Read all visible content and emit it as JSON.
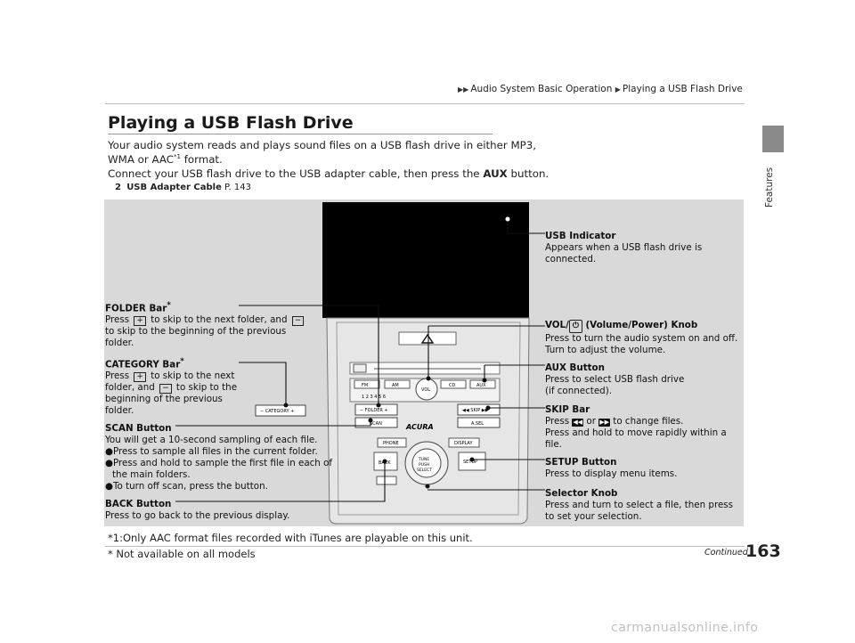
{
  "breadcrumb": {
    "first": "Audio System Basic Operation",
    "second": "Playing a USB Flash Drive"
  },
  "side_tab": {
    "label": "Features"
  },
  "page": {
    "title": "Playing a USB Flash Drive",
    "para1_line1": "Your audio system reads and plays sound files on a USB flash drive in either MP3,",
    "para1_line2_pre": "WMA or AAC",
    "para1_sup": "*1",
    "para1_line2_post": " format.",
    "para2_pre": "Connect your USB flash drive to the USB adapter cable, then press the ",
    "para2_bold": "AUX",
    "para2_post": " button.",
    "ref_label": "USB Adapter Cable",
    "ref_page": "P. 143",
    "footnote": "*1:Only AAC format files recorded with iTunes are playable on this unit.",
    "not_available": "* Not available on all models",
    "continued": "Continued",
    "page_number": "163",
    "watermark": "carmanualsonline.info"
  },
  "panel": {
    "brand": "ACURA",
    "buttons": [
      "FM",
      "AM",
      "CD",
      "AUX",
      "VOL",
      "FOLDER",
      "SKIP",
      "A.SEL",
      "SCAN",
      "CATEGORY",
      "PHONE",
      "DISPLAY",
      "BACK",
      "SETUP",
      "TUNE",
      "PUSH",
      "SELECT"
    ],
    "presets": [
      "1",
      "2",
      "3",
      "4",
      "5",
      "6"
    ]
  },
  "callouts": {
    "usb": {
      "title": "USB Indicator",
      "line1": "Appears when a USB flash drive is",
      "line2": "connected."
    },
    "folder": {
      "title": "FOLDER Bar",
      "star": "*",
      "l1a": "Press ",
      "plus": "+",
      "l1b": " to skip to the next folder, and ",
      "minus": "−",
      "l2": "to skip to the beginning of the previous",
      "l3": "folder."
    },
    "vol": {
      "title_pre": "VOL/",
      "title_post": " (Volume/Power) Knob",
      "line1": "Press to turn the audio system on and off.",
      "line2": "Turn to adjust the volume."
    },
    "category": {
      "title": "CATEGORY Bar",
      "star": "*",
      "l1a": "Press ",
      "plus": "+",
      "l1b": " to skip to the next",
      "l2a": "folder, and ",
      "minus": "−",
      "l2b": " to skip to the",
      "l3": "beginning of the previous",
      "l4": "folder."
    },
    "aux": {
      "title": "AUX Button",
      "line1": "Press to select USB flash drive",
      "line2": "(if connected)."
    },
    "skip": {
      "title": "SKIP Bar",
      "l1a": "Press ",
      "prev": "◀◀",
      "l1b": " or ",
      "next": "▶▶",
      "l1c": " to change files.",
      "line2": "Press and hold to move rapidly within a",
      "line3": "file."
    },
    "scan": {
      "title": "SCAN Button",
      "line1": "You will get a 10-second sampling of each file.",
      "b1": "●Press to sample all files in the current folder.",
      "b2a": "●Press and hold to sample the first file in each of",
      "b2b": "the main folders.",
      "b3": "●To turn off scan, press the button."
    },
    "setup": {
      "title": "SETUP Button",
      "line1": "Press to display menu items."
    },
    "back": {
      "title": "BACK Button",
      "line1": "Press to go back to the previous display."
    },
    "selector": {
      "title": "Selector Knob",
      "line1": "Press and turn to select a file, then press",
      "line2": "to set your selection."
    }
  }
}
